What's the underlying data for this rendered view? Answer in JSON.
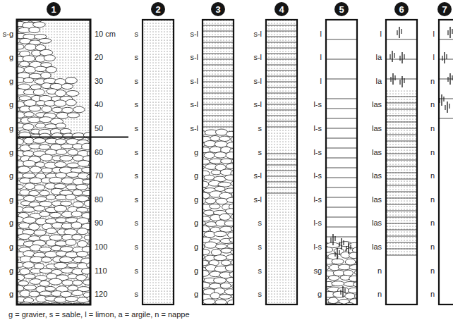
{
  "diagram": {
    "nodes": [
      {
        "text": [
          "1"
        ]
      },
      {
        "text": [
          "2"
        ]
      },
      {
        "text": [
          "3"
        ]
      },
      {
        "text": [
          "4"
        ]
      },
      {
        "text": [
          "5"
        ]
      },
      {
        "text": [
          "6"
        ]
      },
      {
        "text": [
          "7"
        ]
      }
    ],
    "labels": [
      "s-g",
      "g",
      "g",
      "g",
      "g",
      "g",
      "g",
      "g",
      "g",
      "g",
      "g",
      "g",
      "10 cm",
      "20",
      "30",
      "40",
      "50",
      "60",
      "70",
      "80",
      "90",
      "100",
      "110",
      "120",
      "s",
      "s",
      "s",
      "s",
      "s",
      "s",
      "s",
      "s",
      "s",
      "s",
      "s",
      "s",
      "s-l",
      "s-l",
      "s-l",
      "s-l",
      "s-l",
      "g",
      "g",
      "g",
      "g",
      "g",
      "g",
      "g",
      "s-l",
      "s-l",
      "s-l",
      "s-l",
      "s",
      "s",
      "s-l",
      "s-l",
      "s",
      "s",
      "s",
      "s",
      "l",
      "l",
      "l",
      "l-s",
      "l-s",
      "l-s",
      "l-s",
      "l-s",
      "l-s",
      "l-s",
      "sg",
      "g",
      "l",
      "la",
      "la",
      "las",
      "las",
      "las",
      "las",
      "las",
      "las",
      "las",
      "n",
      "n",
      "l",
      "l",
      "n",
      "n",
      "n",
      "n",
      "n",
      "n",
      "n",
      "n",
      "n",
      "n",
      "g = gravier, s = sable, l = limon, a = argile, n = nappe"
    ]
  }
}
